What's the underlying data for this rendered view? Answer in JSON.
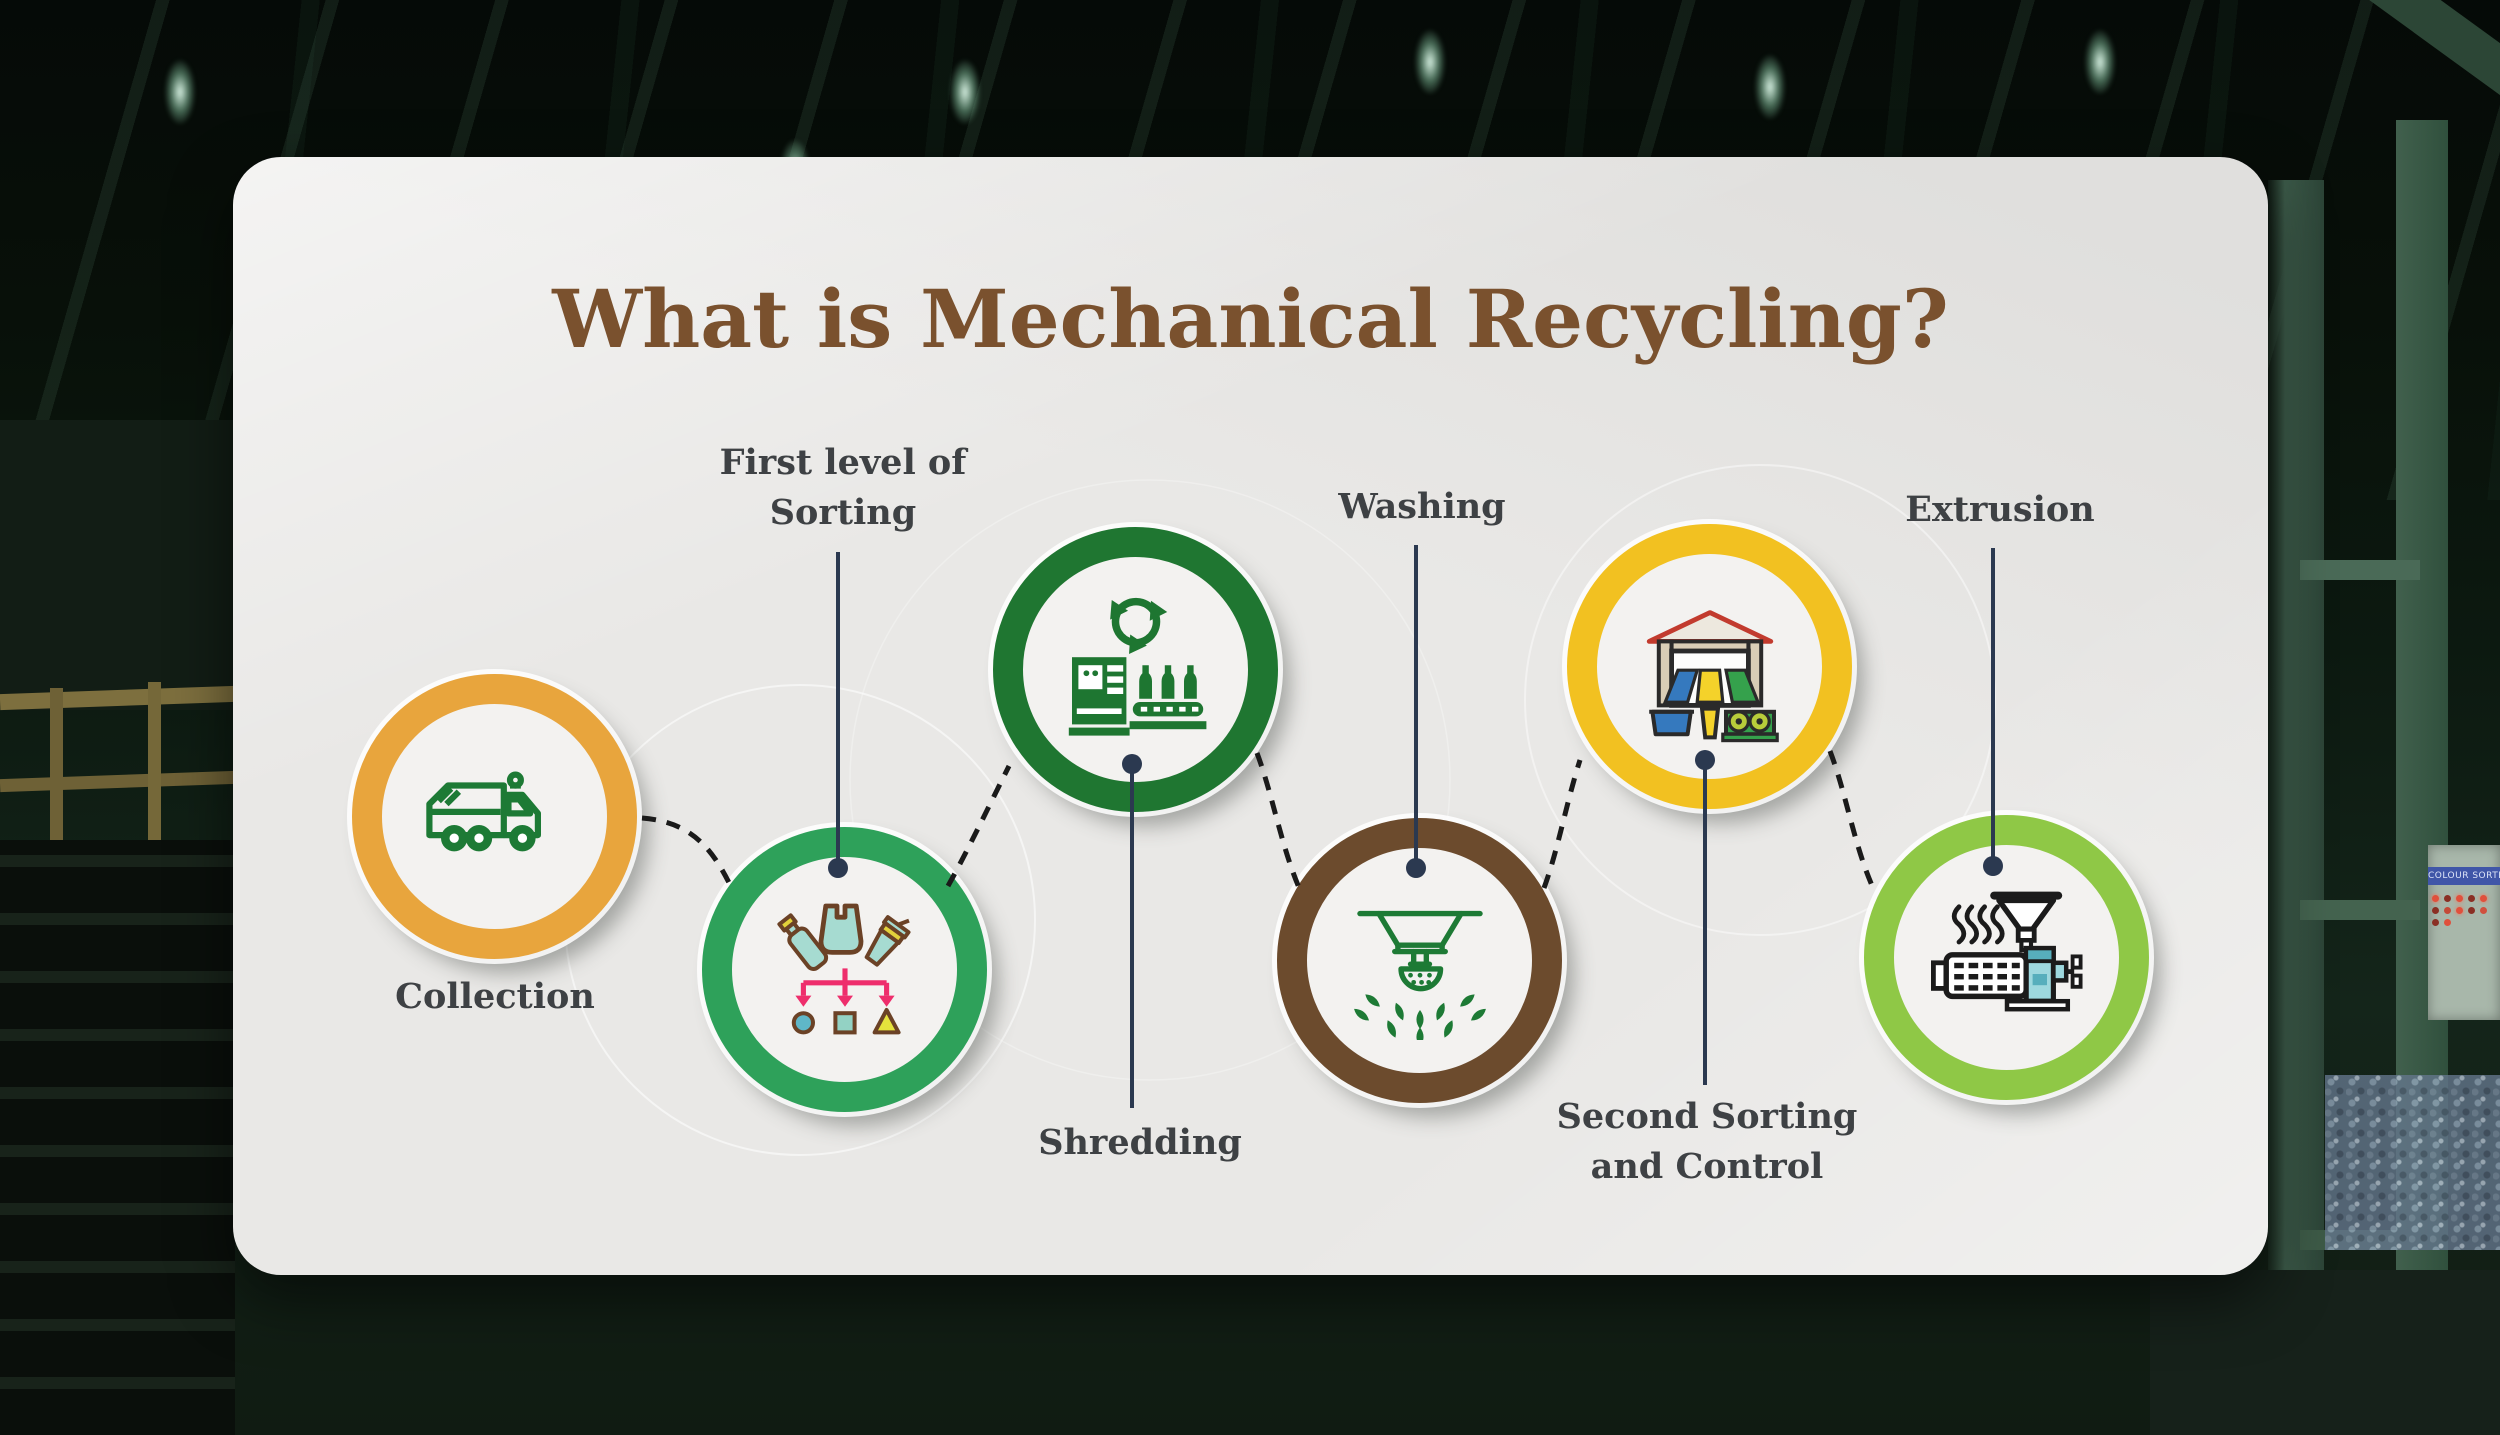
{
  "title": "What is Mechanical Recycling?",
  "colors": {
    "title_text": "#7a512e",
    "label_text": "#3e4144",
    "card_background": "#e9e8e6",
    "connector_line": "#2b3950",
    "dashed_curve": "#1a1a1a"
  },
  "steps": [
    {
      "label": "Collection",
      "label_lines": [
        "Collection"
      ],
      "ring_color": "#E8A53D",
      "icon": "garbage-truck-icon",
      "label_position": "below"
    },
    {
      "label": "First level of Sorting",
      "label_lines": [
        "First level of",
        "Sorting"
      ],
      "ring_color": "#2EA15A",
      "icon": "plastic-waste-sorting-icon",
      "label_position": "above"
    },
    {
      "label": "Shredding",
      "label_lines": [
        "Shredding"
      ],
      "ring_color": "#1F7631",
      "icon": "recycling-conveyor-icon",
      "label_position": "below"
    },
    {
      "label": "Washing",
      "label_lines": [
        "Washing"
      ],
      "ring_color": "#6C4B2D",
      "icon": "washing-sprinkler-icon",
      "label_position": "above"
    },
    {
      "label": "Second Sorting and Control",
      "label_lines": [
        "Second Sorting",
        "and Control"
      ],
      "ring_color": "#F2C121",
      "icon": "warehouse-sorting-icon",
      "label_position": "below"
    },
    {
      "label": "Extrusion",
      "label_lines": [
        "Extrusion"
      ],
      "ring_color": "#8FC846",
      "icon": "extruder-machine-icon",
      "label_position": "above"
    }
  ],
  "background": {
    "scene": "dark industrial recycling factory hall",
    "panel_text": "COLOUR SORTER CONTROL PANEL"
  }
}
